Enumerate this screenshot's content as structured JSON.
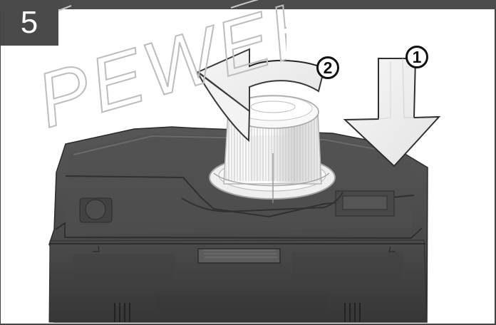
{
  "step": {
    "number": "5"
  },
  "watermark": {
    "text": "PEWEH"
  },
  "callouts": [
    {
      "label": "1"
    },
    {
      "label": "2"
    }
  ],
  "colors": {
    "header_gray": "#4b4b4b",
    "machine_dark": "#4a4a4a",
    "arrow_fill": "#efefef",
    "outline": "#111111"
  }
}
